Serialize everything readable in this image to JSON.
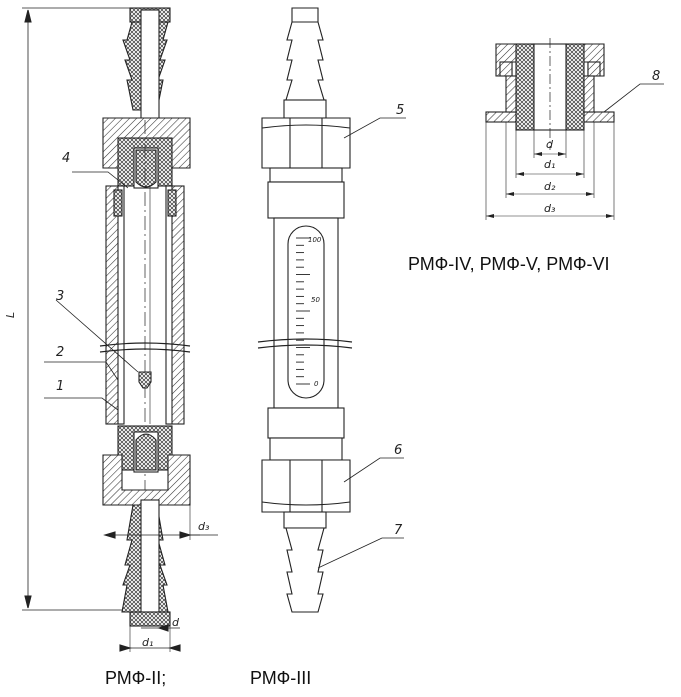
{
  "captions": {
    "left": "РМФ-II;",
    "middle": "РМФ-III",
    "right": "РМФ-IV, РМФ-V, РМФ-VI"
  },
  "callouts": {
    "c1": "1",
    "c2": "2",
    "c3": "3",
    "c4": "4",
    "c5": "5",
    "c6": "6",
    "c7": "7",
    "c8": "8"
  },
  "dims": {
    "L": "L",
    "d": "d",
    "d1": "d₁",
    "d3": "d₃",
    "inset_d": "d",
    "inset_d1": "d₁",
    "inset_d2": "d₂",
    "inset_d3": "d₃"
  },
  "scale": {
    "top": "100",
    "mid": "50",
    "bottom": "0"
  }
}
